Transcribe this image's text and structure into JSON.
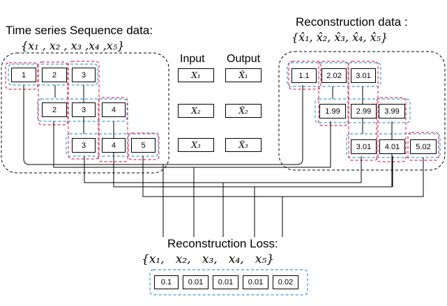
{
  "left_panel": {
    "title": "Time series Sequence data:",
    "set_label": "{x₁ , x₂ , x₃ ,x₄ ,x₅}",
    "windows": [
      [
        "1",
        "2",
        "3"
      ],
      [
        "2",
        "3",
        "4"
      ],
      [
        "3",
        "4",
        "5"
      ]
    ]
  },
  "middle": {
    "input_header": "Input",
    "output_header": "Output",
    "inputs": [
      "X₁",
      "X₂",
      "X₃"
    ],
    "outputs": [
      "X̂₁",
      "X̂₂",
      "X̂₃"
    ]
  },
  "right_panel": {
    "title": "Reconstruction data :",
    "set_label": "{x̂₁, x̂₂, x̂₃, x̂₄, x̂₅}",
    "windows": [
      [
        "1.1",
        "2.02",
        "3.01"
      ],
      [
        "1.99",
        "2.99",
        "3.99"
      ],
      [
        "3.01",
        "4.01",
        "5.02"
      ]
    ]
  },
  "loss": {
    "title": "Reconstruction Loss:",
    "set_label": "{x₁,   x₂,   x₃,   x₄,   x₅}",
    "values": [
      "0.1",
      "0.01",
      "0.01",
      "0.01",
      "0.02"
    ]
  },
  "colors": {
    "blue_dashed": "#3a9ad9",
    "red_dashed": "#e0305a",
    "black": "#000000"
  }
}
